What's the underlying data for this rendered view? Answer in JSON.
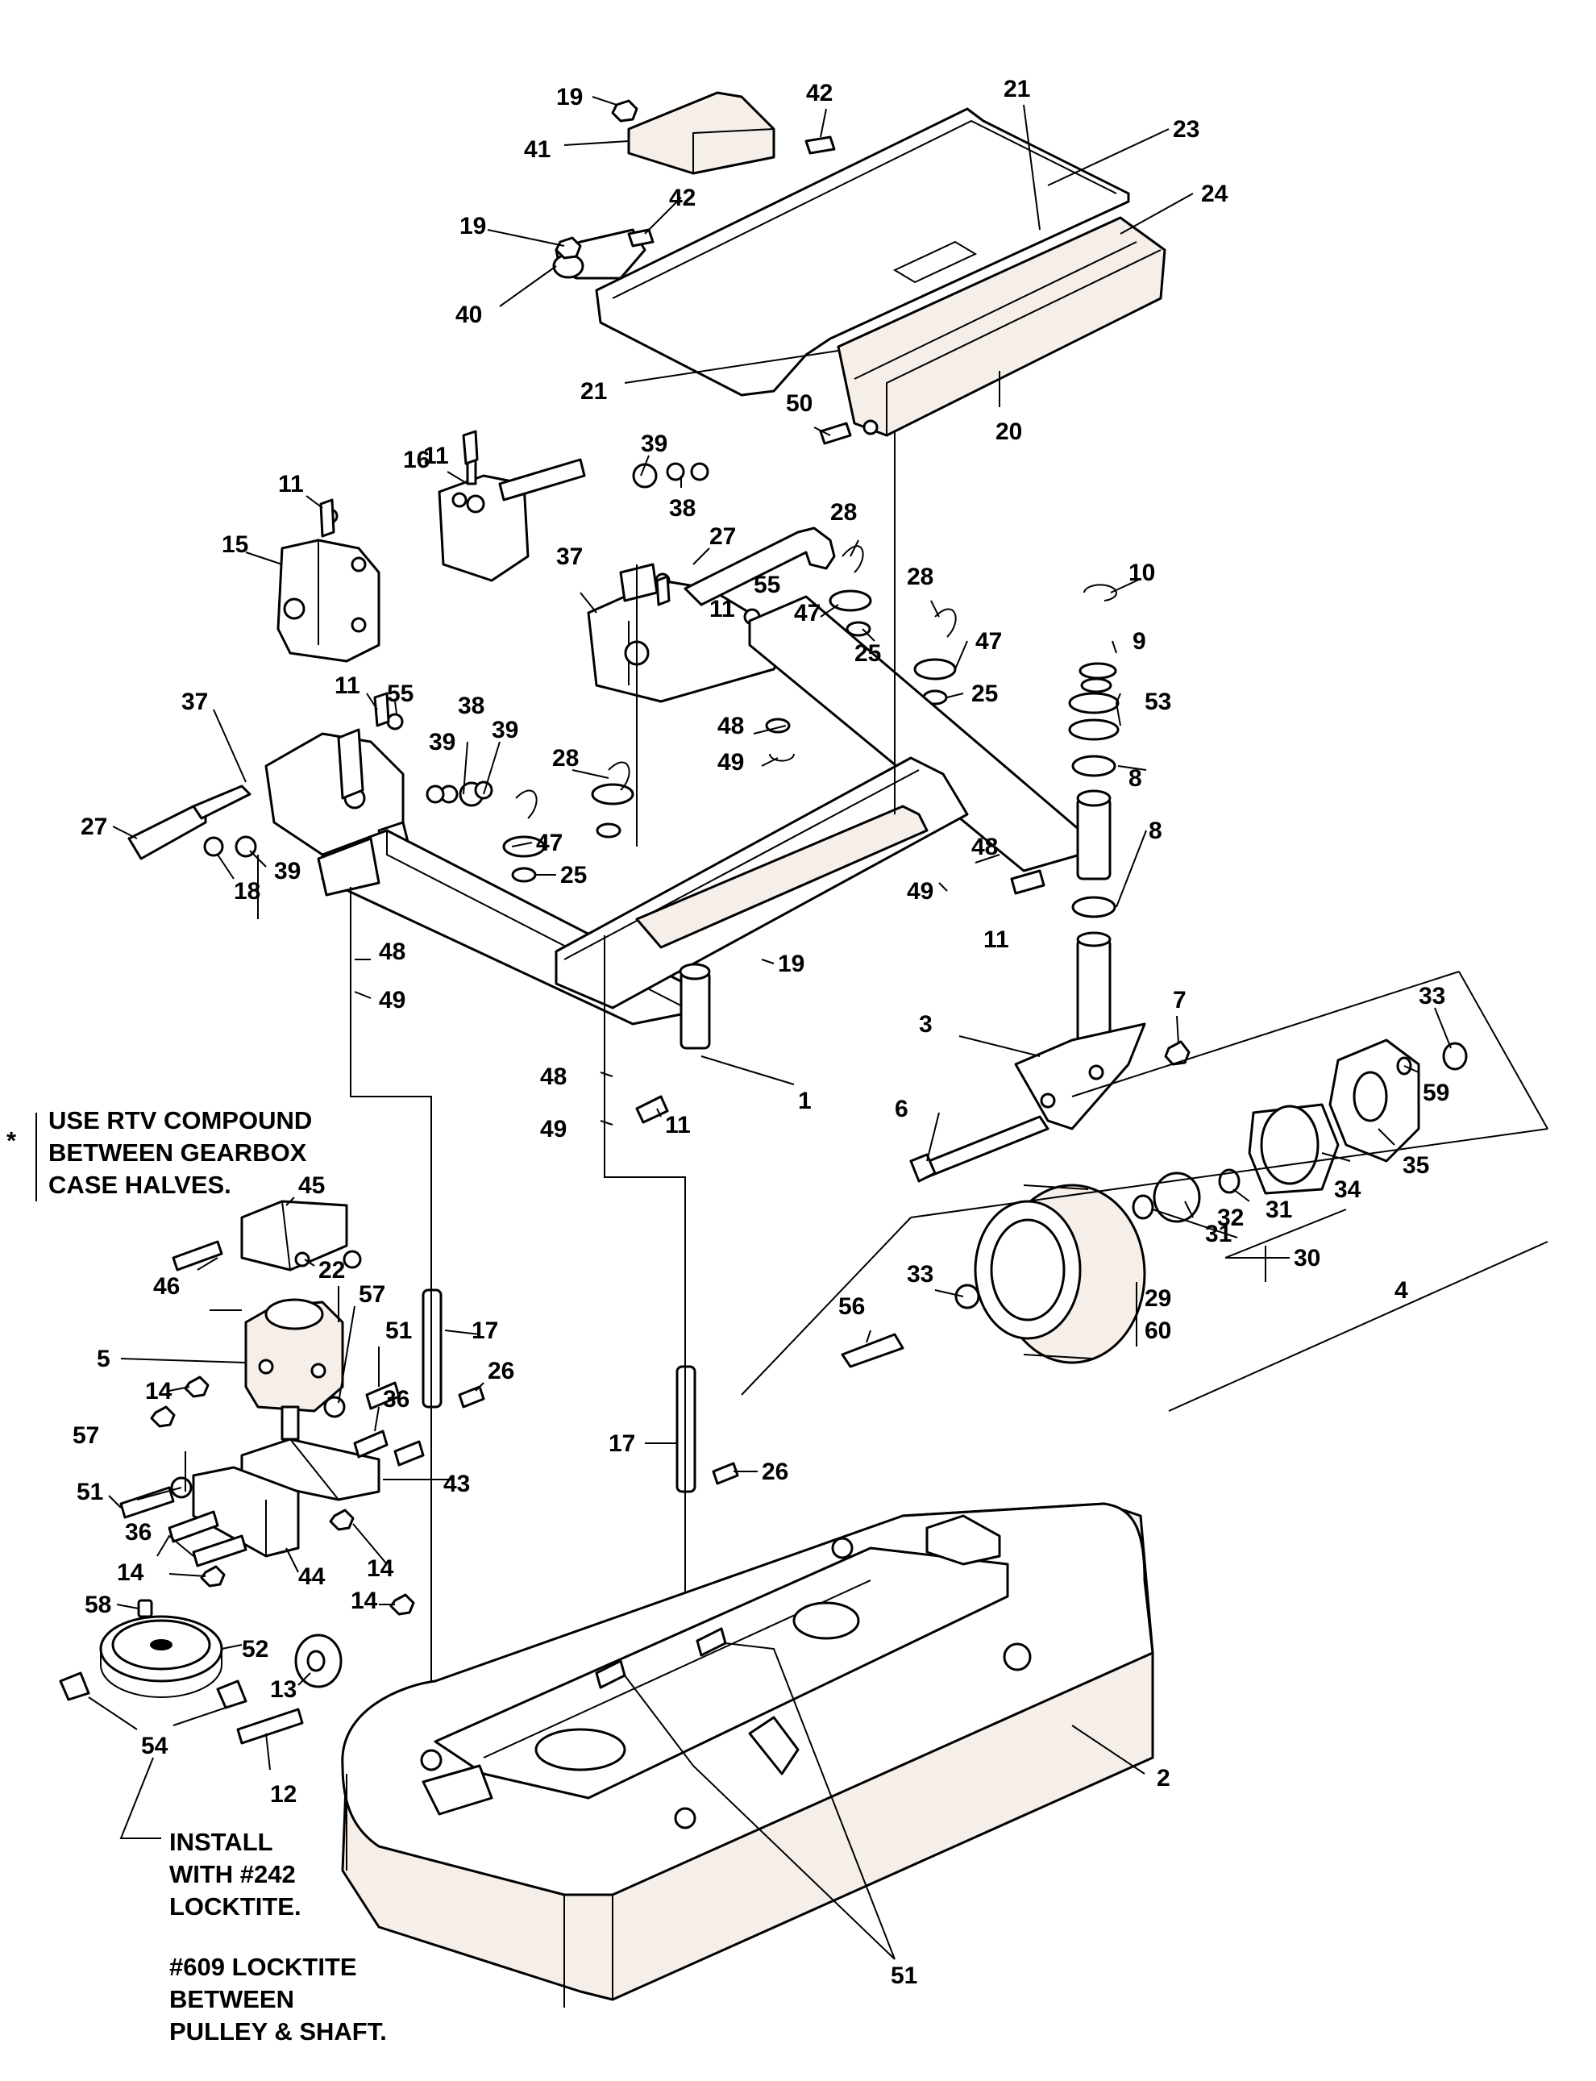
{
  "callouts": [
    {
      "id": "c19a",
      "text": "19"
    },
    {
      "id": "c41",
      "text": "41"
    },
    {
      "id": "c42a",
      "text": "42"
    },
    {
      "id": "c21a",
      "text": "21"
    },
    {
      "id": "c23",
      "text": "23"
    },
    {
      "id": "c24",
      "text": "24"
    },
    {
      "id": "c19b",
      "text": "19"
    },
    {
      "id": "c42b",
      "text": "42"
    },
    {
      "id": "c40",
      "text": "40"
    },
    {
      "id": "c21b",
      "text": "21"
    },
    {
      "id": "c50",
      "text": "50"
    },
    {
      "id": "c20",
      "text": "20"
    },
    {
      "id": "c11a",
      "text": "11"
    },
    {
      "id": "c16",
      "text": "16"
    },
    {
      "id": "c39a",
      "text": "39"
    },
    {
      "id": "c38a",
      "text": "38"
    },
    {
      "id": "c11b",
      "text": "11"
    },
    {
      "id": "c15",
      "text": "15"
    },
    {
      "id": "c28a",
      "text": "28"
    },
    {
      "id": "c27a",
      "text": "27"
    },
    {
      "id": "c37a",
      "text": "37"
    },
    {
      "id": "c55a",
      "text": "55"
    },
    {
      "id": "c11c",
      "text": "11"
    },
    {
      "id": "c47a",
      "text": "47"
    },
    {
      "id": "c28b",
      "text": "28"
    },
    {
      "id": "c25a",
      "text": "25"
    },
    {
      "id": "c10",
      "text": "10"
    },
    {
      "id": "c9",
      "text": "9"
    },
    {
      "id": "c47b",
      "text": "47"
    },
    {
      "id": "c25b",
      "text": "25"
    },
    {
      "id": "c53",
      "text": "53"
    },
    {
      "id": "c48a",
      "text": "48"
    },
    {
      "id": "c49a",
      "text": "49"
    },
    {
      "id": "c37b",
      "text": "37"
    },
    {
      "id": "c11d",
      "text": "11"
    },
    {
      "id": "c55b",
      "text": "55"
    },
    {
      "id": "c38b",
      "text": "38"
    },
    {
      "id": "c39b",
      "text": "39"
    },
    {
      "id": "c39c",
      "text": "39"
    },
    {
      "id": "c28c",
      "text": "28"
    },
    {
      "id": "c47c",
      "text": "47"
    },
    {
      "id": "c25c",
      "text": "25"
    },
    {
      "id": "c8a",
      "text": "8"
    },
    {
      "id": "c8b",
      "text": "8"
    },
    {
      "id": "c27b",
      "text": "27"
    },
    {
      "id": "c39d",
      "text": "39"
    },
    {
      "id": "c18",
      "text": "18"
    },
    {
      "id": "c48b",
      "text": "48"
    },
    {
      "id": "c49b",
      "text": "49"
    },
    {
      "id": "c11e",
      "text": "11"
    },
    {
      "id": "c48c",
      "text": "48"
    },
    {
      "id": "c49c",
      "text": "49"
    },
    {
      "id": "c19c",
      "text": "19"
    },
    {
      "id": "c7",
      "text": "7"
    },
    {
      "id": "c3",
      "text": "3"
    },
    {
      "id": "c33a",
      "text": "33"
    },
    {
      "id": "c59",
      "text": "59"
    },
    {
      "id": "c1",
      "text": "1"
    },
    {
      "id": "c48d",
      "text": "48"
    },
    {
      "id": "c11f",
      "text": "11"
    },
    {
      "id": "c49d",
      "text": "49"
    },
    {
      "id": "c6",
      "text": "6"
    },
    {
      "id": "c35",
      "text": "35"
    },
    {
      "id": "c34",
      "text": "34"
    },
    {
      "id": "c31a",
      "text": "31"
    },
    {
      "id": "c32",
      "text": "32"
    },
    {
      "id": "c31b",
      "text": "31"
    },
    {
      "id": "c30",
      "text": "30"
    },
    {
      "id": "c45",
      "text": "45"
    },
    {
      "id": "c22",
      "text": "22"
    },
    {
      "id": "c46",
      "text": "46"
    },
    {
      "id": "c33b",
      "text": "33"
    },
    {
      "id": "c29",
      "text": "29"
    },
    {
      "id": "c60",
      "text": "60"
    },
    {
      "id": "c4",
      "text": "4"
    },
    {
      "id": "c56",
      "text": "56"
    },
    {
      "id": "c57a",
      "text": "57"
    },
    {
      "id": "c17a",
      "text": "17"
    },
    {
      "id": "c51a",
      "text": "51"
    },
    {
      "id": "c5",
      "text": "5"
    },
    {
      "id": "c26a",
      "text": "26"
    },
    {
      "id": "c14a",
      "text": "14"
    },
    {
      "id": "c36a",
      "text": "36"
    },
    {
      "id": "c57b",
      "text": "57"
    },
    {
      "id": "c17b",
      "text": "17"
    },
    {
      "id": "c43",
      "text": "43"
    },
    {
      "id": "c26b",
      "text": "26"
    },
    {
      "id": "c51b",
      "text": "51"
    },
    {
      "id": "c36b",
      "text": "36"
    },
    {
      "id": "c14b",
      "text": "14"
    },
    {
      "id": "c14c",
      "text": "14"
    },
    {
      "id": "c44",
      "text": "44"
    },
    {
      "id": "c58",
      "text": "58"
    },
    {
      "id": "c14d",
      "text": "14"
    },
    {
      "id": "c52",
      "text": "52"
    },
    {
      "id": "c13",
      "text": "13"
    },
    {
      "id": "c54",
      "text": "54"
    },
    {
      "id": "c12",
      "text": "12"
    },
    {
      "id": "c2",
      "text": "2"
    },
    {
      "id": "c51c",
      "text": "51"
    }
  ],
  "notes": {
    "rtv_asterisk": "*",
    "rtv": [
      "USE RTV COMPOUND",
      "BETWEEN GEARBOX",
      "CASE HALVES."
    ],
    "install": [
      "INSTALL",
      "WITH #242",
      "LOCKTITE."
    ],
    "locktite609": [
      "#609 LOCKTITE",
      "BETWEEN",
      "PULLEY & SHAFT."
    ]
  }
}
